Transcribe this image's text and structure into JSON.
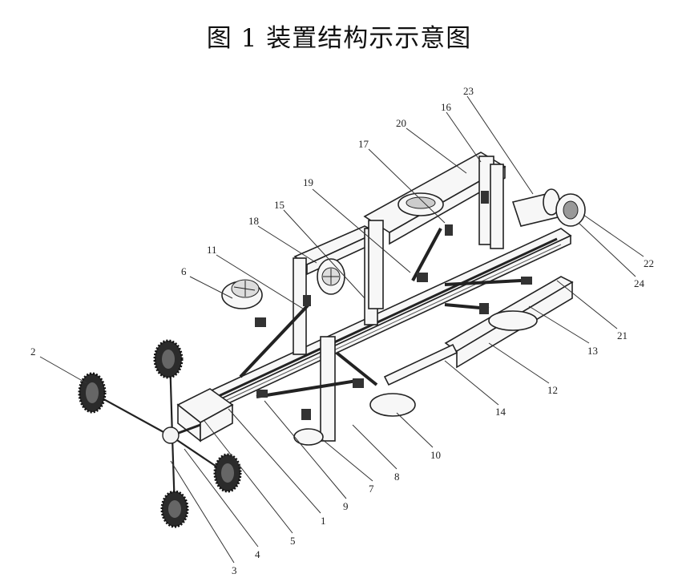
{
  "title": "图 1 装置结构示示意图",
  "labels": [
    "1",
    "2",
    "3",
    "4",
    "5",
    "6",
    "7",
    "8",
    "9",
    "10",
    "11",
    "12",
    "13",
    "14",
    "15",
    "16",
    "17",
    "18",
    "19",
    "20",
    "21",
    "22",
    "23",
    "24"
  ]
}
